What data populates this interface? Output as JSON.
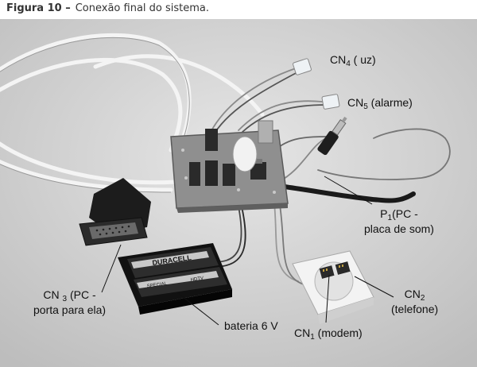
{
  "caption": {
    "figure": "Figura 10 –",
    "text": "Conexão final do sistema."
  },
  "labels": {
    "cn4": {
      "main": "CN",
      "sub": "4",
      "rest": " ( uz)"
    },
    "cn5": {
      "main": "CN",
      "sub": "5",
      "rest": " (alarme)"
    },
    "p1": {
      "line1_main": "P",
      "line1_sub": "1",
      "line1_rest": "(PC -",
      "line2": "placa de som)"
    },
    "cn3": {
      "line1_main": "CN ",
      "line1_sub": "3",
      "line1_rest": " (PC -",
      "line2": "porta para ela)"
    },
    "cn2": {
      "line1_main": "CN",
      "line1_sub": "2",
      "line2": "(telefone)"
    },
    "cn1": {
      "main": "CN",
      "sub": "1",
      "rest": " (modem)"
    },
    "bateria": "bateria 6 V"
  },
  "battery_texts": {
    "brand": "DURACELL",
    "special": "SPECIAL",
    "hdtv": "HDTV"
  }
}
